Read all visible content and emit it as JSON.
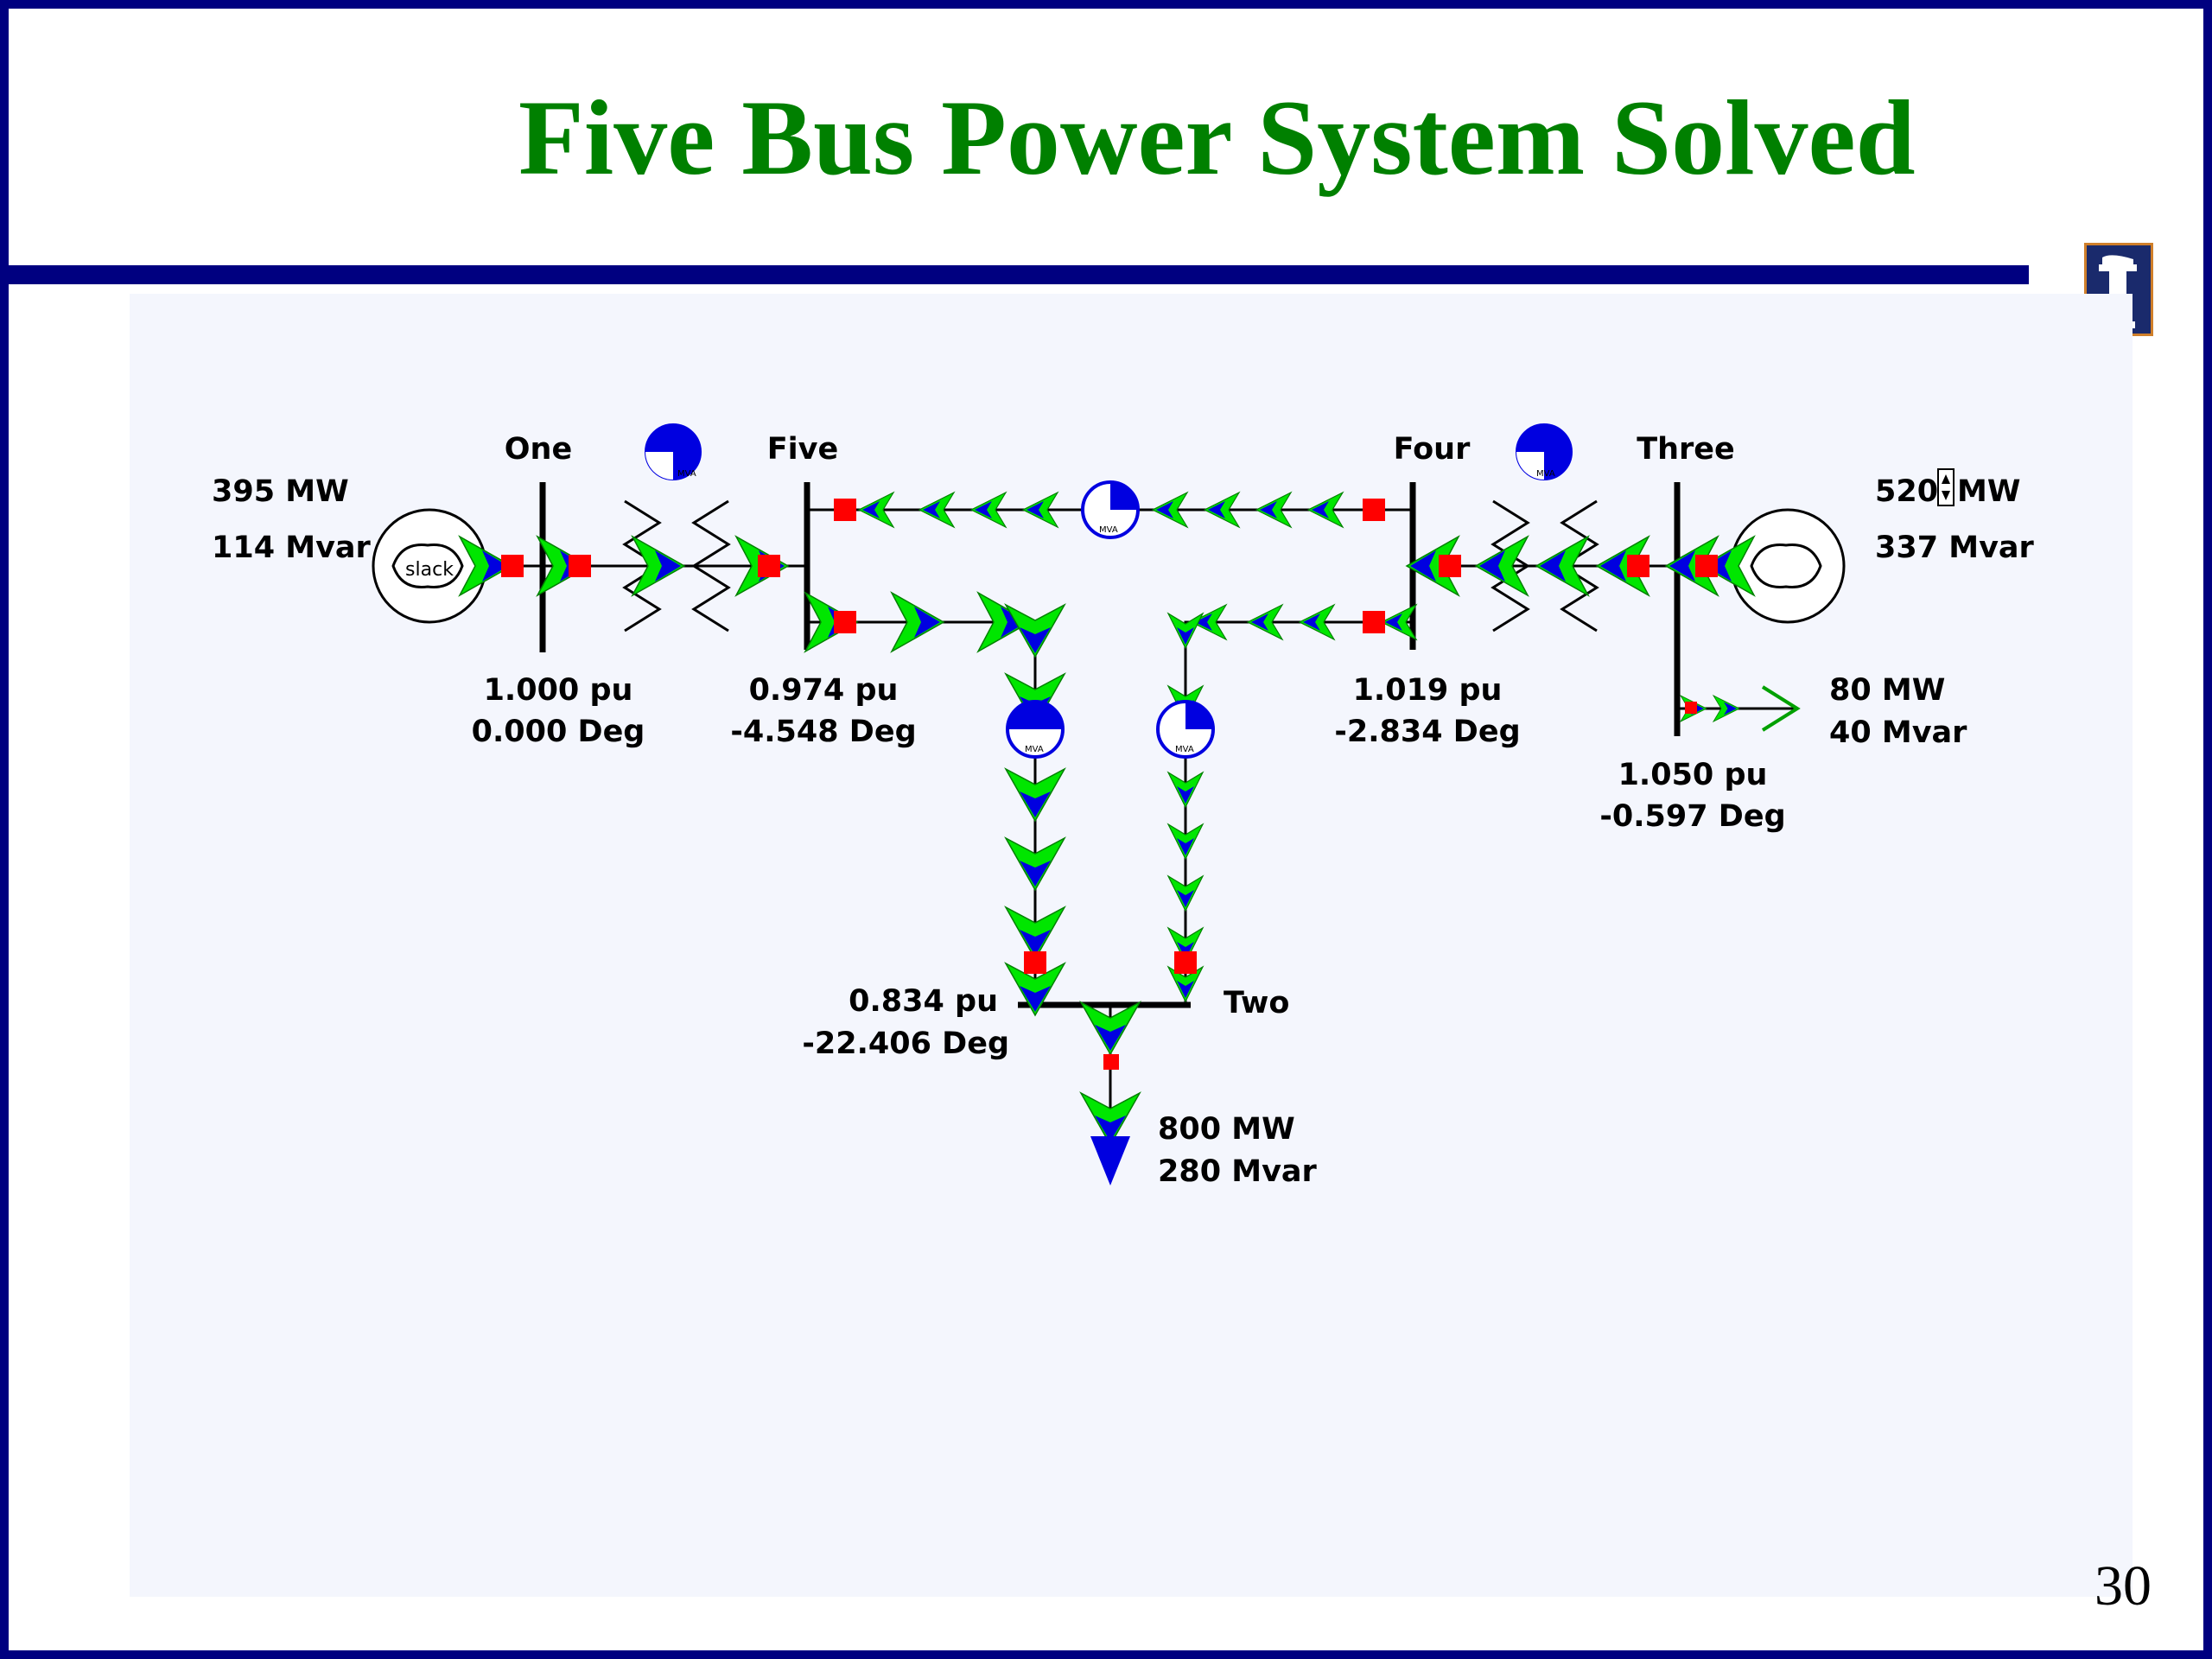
{
  "slide": {
    "title": "Five Bus Power System Solved",
    "page_number": "30"
  },
  "colors": {
    "frame": "#000080",
    "title": "#008000",
    "panel": "#f4f6fd",
    "arrow_real": "#00e600",
    "arrow_reactive": "#0000e0",
    "breaker": "#ff0000"
  },
  "buses": {
    "one": {
      "name": "One",
      "voltage": "1.000 pu",
      "angle": "0.000 Deg"
    },
    "two": {
      "name": "Two",
      "voltage": "0.834 pu",
      "angle": "-22.406 Deg"
    },
    "three": {
      "name": "Three",
      "voltage": "1.050 pu",
      "angle": "-0.597 Deg"
    },
    "four": {
      "name": "Four",
      "voltage": "1.019 pu",
      "angle": "-2.834 Deg"
    },
    "five": {
      "name": "Five",
      "voltage": "0.974 pu",
      "angle": "-4.548 Deg"
    }
  },
  "generators": {
    "one": {
      "label": "slack",
      "mw": "395 MW",
      "mvar": "114 Mvar"
    },
    "three": {
      "mw_value": "520",
      "mw_unit": "MW",
      "mvar": "337 Mvar"
    }
  },
  "loads": {
    "two": {
      "mw": "800 MW",
      "mvar": "280 Mvar"
    },
    "three": {
      "mw": "80 MW",
      "mvar": "40 Mvar"
    }
  },
  "line_pie_label": "MVA",
  "icons": {
    "generator": "generator-circle-icon",
    "breaker": "breaker-square-icon",
    "transformer": "transformer-coil-icon",
    "flow_pie": "mva-pie-icon",
    "flow_arrow": "flow-arrow-icon",
    "spin_button": "spinner-icon",
    "logo": "university-logo-icon"
  }
}
